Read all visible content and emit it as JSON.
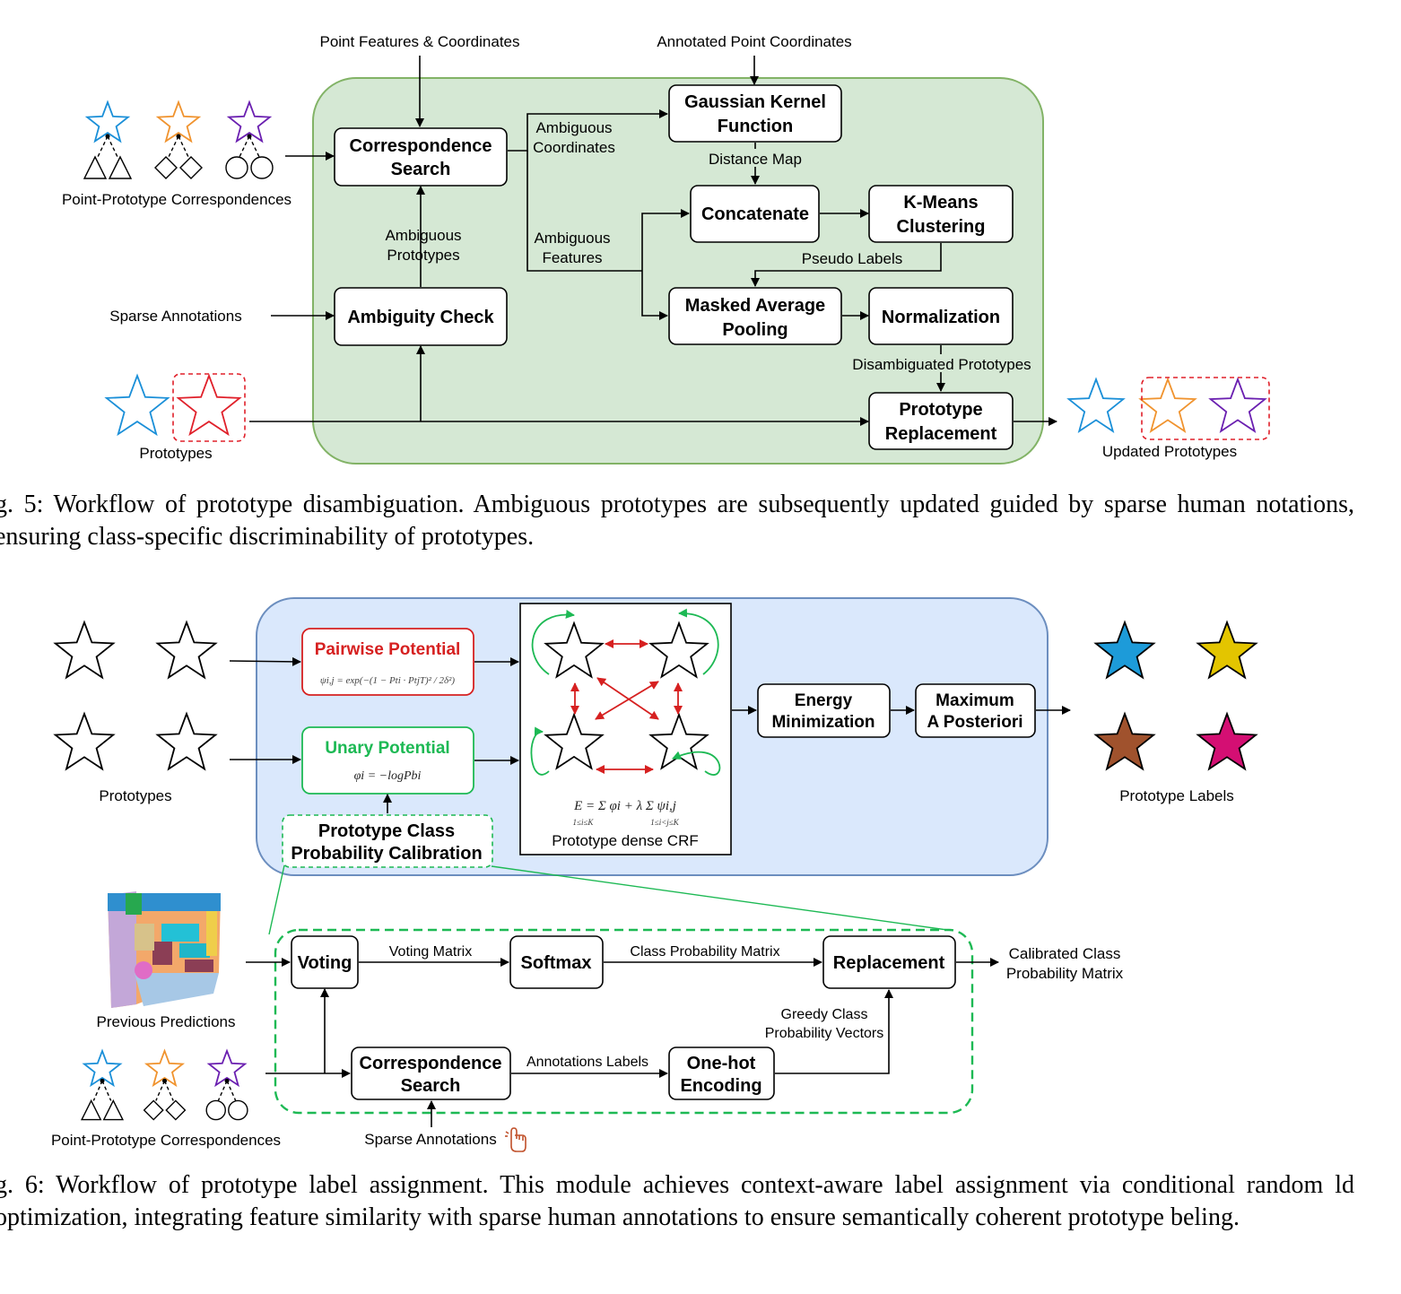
{
  "fig5": {
    "inputs": {
      "point_features": "Point Features & Coordinates",
      "annotated_coords": "Annotated Point Coordinates",
      "correspondences": "Point-Prototype Correspondences",
      "sparse_annotations": "Sparse Annotations",
      "prototypes": "Prototypes"
    },
    "boxes": {
      "correspondence_search": [
        "Correspondence",
        "Search"
      ],
      "ambiguity_check": "Ambiguity Check",
      "gaussian_kernel": [
        "Gaussian Kernel",
        "Function"
      ],
      "concatenate": "Concatenate",
      "kmeans": [
        "K-Means",
        "Clustering"
      ],
      "masked_pooling": [
        "Masked Average",
        "Pooling"
      ],
      "normalization": "Normalization",
      "prototype_replacement": [
        "Prototype",
        "Replacement"
      ]
    },
    "edges": {
      "ambiguous_coordinates": [
        "Ambiguous",
        "Coordinates"
      ],
      "ambiguous_features": [
        "Ambiguous",
        "Features"
      ],
      "ambiguous_prototypes": [
        "Ambiguous",
        "Prototypes"
      ],
      "distance_map": "Distance Map",
      "pseudo_labels": "Pseudo Labels",
      "disambiguated_prototypes": "Disambiguated Prototypes"
    },
    "output": "Updated Prototypes",
    "caption": "g. 5: Workflow of prototype disambiguation. Ambiguous prototypes are subsequently updated guided by sparse human notations, ensuring class-specific discriminability of prototypes."
  },
  "fig6": {
    "inputs": {
      "prototypes": "Prototypes",
      "previous_predictions": "Previous Predictions",
      "correspondences": "Point-Prototype Correspondences",
      "sparse_annotations": "Sparse Annotations"
    },
    "pairwise": {
      "title": "Pairwise Potential",
      "formula": "ψi,j = exp(−(1 − Pti · PtjT)² / 2δ²)"
    },
    "unary": {
      "title": "Unary Potential",
      "formula": "φi = −logPbi"
    },
    "crf": {
      "energy": "E = Σ φi + λ Σ ψi,j",
      "sub1": "1≤i≤K",
      "sub2": "1≤i<j≤K",
      "label": "Prototype dense CRF"
    },
    "boxes": {
      "energy_min": [
        "Energy",
        "Minimization"
      ],
      "map": [
        "Maximum",
        "A Posteriori"
      ],
      "calibration": [
        "Prototype Class",
        "Probability Calibration"
      ],
      "voting": "Voting",
      "softmax": "Softmax",
      "replacement": "Replacement",
      "correspondence_search": [
        "Correspondence",
        "Search"
      ],
      "onehot": [
        "One-hot",
        "Encoding"
      ]
    },
    "edges": {
      "voting_matrix": "Voting Matrix",
      "class_prob_matrix": "Class Probability Matrix",
      "annotation_labels": "Annotations Labels",
      "greedy": [
        "Greedy Class",
        "Probability Vectors"
      ]
    },
    "outputs": {
      "calibrated": [
        "Calibrated Class",
        "Probability Matrix"
      ],
      "labels": "Prototype Labels"
    },
    "caption": "g. 6: Workflow of prototype label assignment. This module achieves context-aware label assignment via conditional random ld optimization, integrating feature similarity with sparse human annotations to ensure semantically coherent prototype beling."
  },
  "colors": {
    "green_panel": "#d5e8d4",
    "green_border": "#82b366",
    "blue_panel": "#dae8fc",
    "blue_border": "#6c8ebf",
    "star_blue": "#1a8fd8",
    "star_orange": "#f0932e",
    "star_purple": "#6a1fb0",
    "star_red": "#e0202a",
    "pairwise_red": "#d62020",
    "unary_green": "#1db954",
    "label_blue": "#1d9bd9",
    "label_yellow": "#e3c500",
    "label_brown": "#a0522d",
    "label_magenta": "#d40f73"
  }
}
